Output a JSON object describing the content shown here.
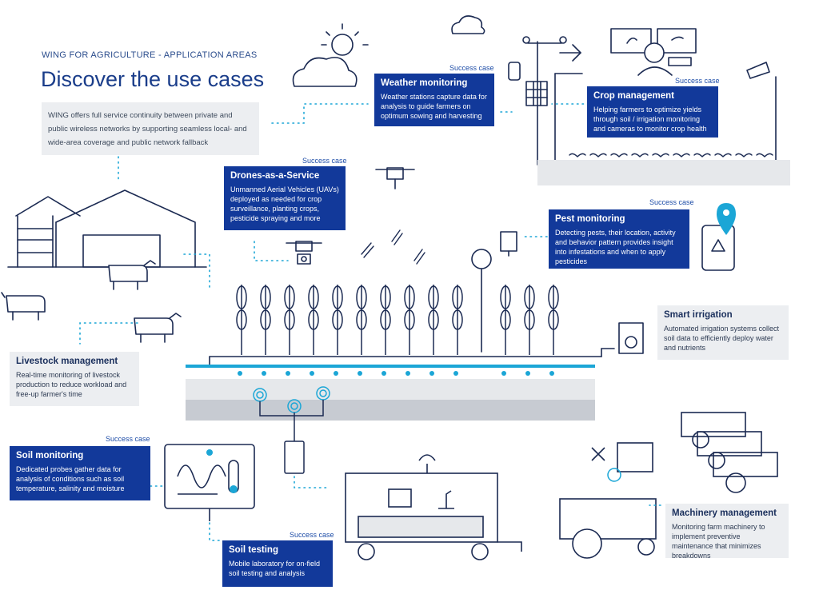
{
  "header": {
    "eyebrow": "WING FOR AGRICULTURE - APPLICATION AREAS",
    "title": "Discover the use cases",
    "intro": "WING offers full service continuity between private and public wireless networks by supporting seamless local- and wide-area coverage and public network fallback"
  },
  "badge_label": "Success case",
  "use_cases": {
    "weather": {
      "title": "Weather monitoring",
      "desc": "Weather stations capture data for analysis to guide farmers on optimum sowing and harvesting"
    },
    "crop": {
      "title": "Crop management",
      "desc": "Helping farmers to optimize yields through soil / irrigation monitoring and cameras to monitor crop health"
    },
    "drones": {
      "title": "Drones-as-a-Service",
      "desc": "Unmanned Aerial Vehicles (UAVs) deployed as needed for crop surveillance, planting crops, pesticide spraying and more"
    },
    "pest": {
      "title": "Pest monitoring",
      "desc": "Detecting pests, their location, activity and behavior pattern provides insight into infestations and when to apply pesticides"
    },
    "irrigation": {
      "title": "Smart irrigation",
      "desc": "Automated irrigation systems collect soil data to efficiently deploy water and nutrients"
    },
    "livestock": {
      "title": "Livestock management",
      "desc": "Real-time monitoring of livestock production to reduce workload and free-up farmer's time"
    },
    "soil_monitoring": {
      "title": "Soil monitoring",
      "desc": "Dedicated probes gather data for analysis of conditions such as soil temperature, salinity and moisture"
    },
    "soil_testing": {
      "title": "Soil testing",
      "desc": "Mobile laboratory for on-field soil testing and analysis"
    },
    "machinery": {
      "title": "Machinery management",
      "desc": "Monitoring farm machinery to implement preventive maintenance that minimizes breakdowns"
    }
  },
  "colors": {
    "navy": "#12399a",
    "light_panel": "#eceef1",
    "line": "#1b2a52",
    "cyan": "#1ba6d6",
    "ground": "#e6e8eb",
    "soil": "#c7cbd2"
  }
}
